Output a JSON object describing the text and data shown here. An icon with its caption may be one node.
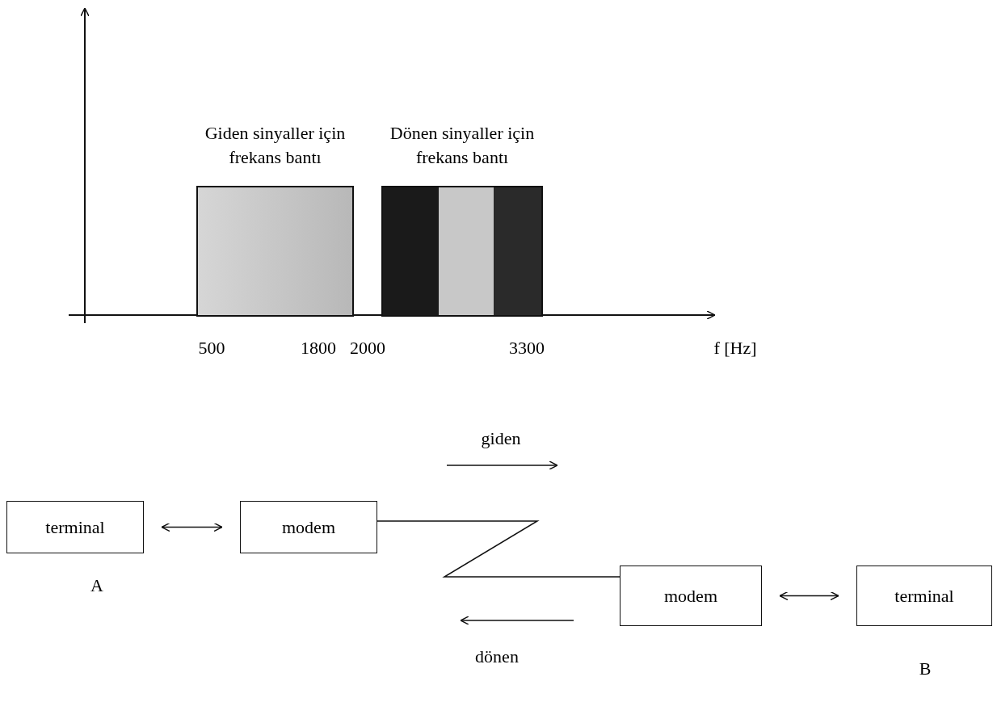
{
  "diagram": {
    "nodes": [
      {
        "text": [
          "Giden sinyaller için frekans bantı"
        ]
      },
      {
        "text": [
          "Dönen sinyaller için frekans bantı"
        ]
      },
      {
        "text": [
          "terminal"
        ],
        "beside": [
          "A"
        ]
      },
      {
        "text": [
          "modem"
        ]
      },
      {
        "text": [
          "modem"
        ]
      },
      {
        "text": [
          "terminal"
        ],
        "beside": [
          "B"
        ]
      }
    ],
    "edges": [
      {
        "from": 2,
        "to": 3,
        "arrow": "both"
      },
      {
        "from": 3,
        "to": 4,
        "arrow": "none"
      },
      {
        "from": 4,
        "to": 5,
        "arrow": "both"
      }
    ],
    "labels": [
      "500",
      "1800",
      "2000",
      "3300",
      "f [Hz]",
      "giden",
      "dönen"
    ]
  }
}
